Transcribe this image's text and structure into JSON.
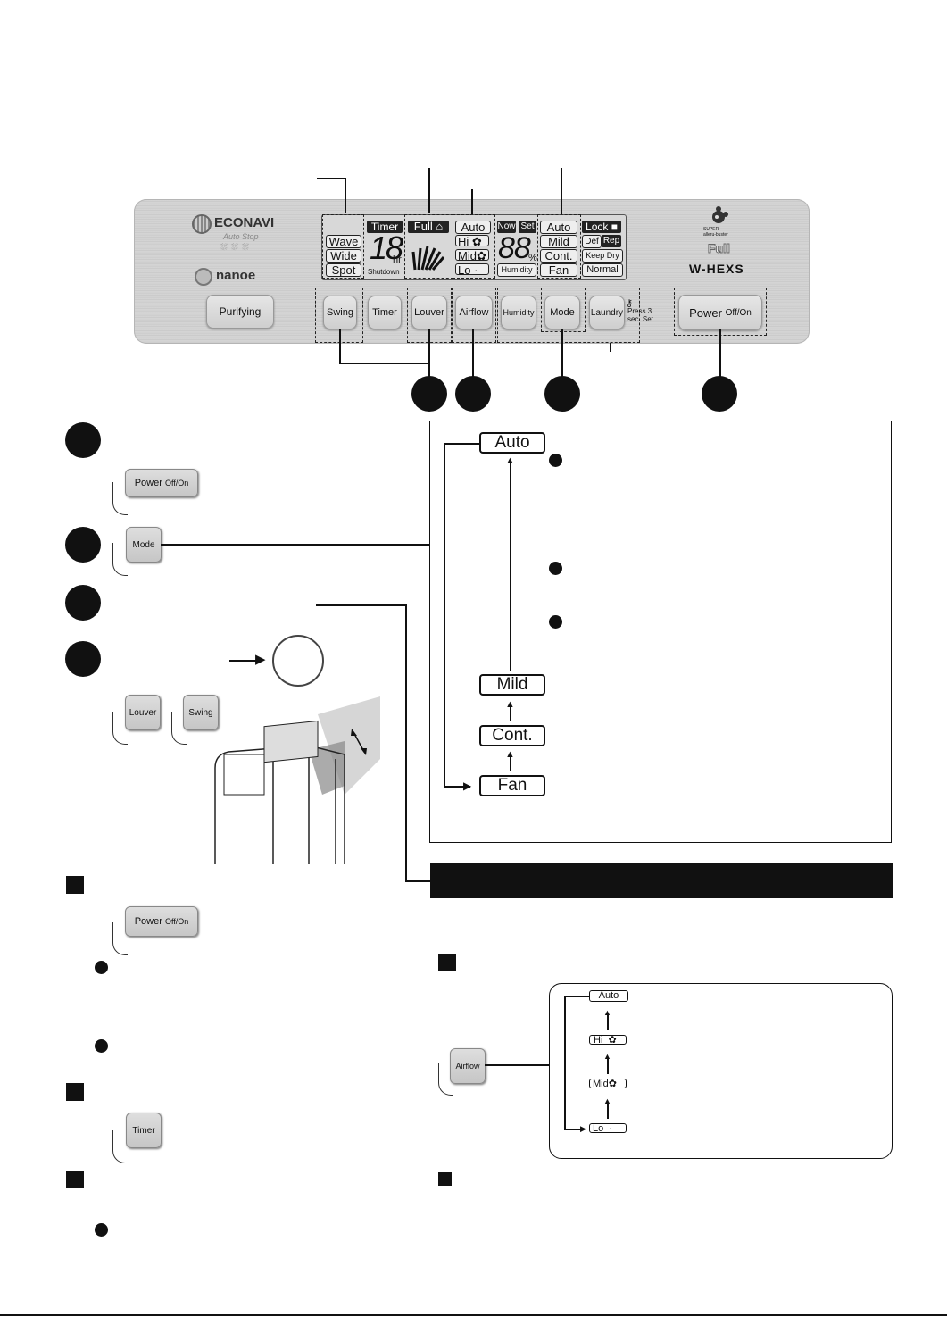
{
  "panel": {
    "econavi": "ECONAVI",
    "autostop": "Auto Stop",
    "nanoe": "nanoe",
    "purifying": "Purifying",
    "timer_label": "Timer",
    "louver_modes": [
      "Wave",
      "Wide",
      "Spot"
    ],
    "timer_digits": "18",
    "timer_unit": "hr",
    "shutdown": "Shutdown",
    "full": "Full",
    "airflow_levels": [
      "Auto",
      "Hi",
      "Mid",
      "Lo"
    ],
    "now": "Now",
    "set": "Set",
    "humidity_digits": "88",
    "percent": "%",
    "humidity_label": "Humidity",
    "modes": [
      "Auto",
      "Mild",
      "Cont.",
      "Fan"
    ],
    "lock": "Lock",
    "def": "Def",
    "rep": "Rep",
    "keep_dry": "Keep Dry",
    "normal": "Normal",
    "buttons": {
      "swing": "Swing",
      "timer": "Timer",
      "louver": "Louver",
      "airflow": "Airflow",
      "humidity": "Humidity",
      "mode": "Mode",
      "laundry": "Laundry",
      "power": "Power",
      "power_suffix": "Off/On"
    },
    "press3_line1": "Press 3",
    "press3_line2": "sec. Set.",
    "brand_super": "SUPER",
    "brand_alleru": "alleru-buster",
    "brand_full": "Full",
    "brand_whexs": "W-HEXS"
  },
  "steps": {
    "power_btn": "Power",
    "power_btn_suffix": "Off/On",
    "mode_btn": "Mode",
    "louver_btn": "Louver",
    "swing_btn": "Swing",
    "timer_btn": "Timer",
    "airflow_btn": "Airflow"
  },
  "mode_cycle": [
    "Auto",
    "Mild",
    "Cont.",
    "Fan"
  ],
  "airflow_cycle": [
    "Auto",
    "Hi",
    "Mid",
    "Lo"
  ],
  "colors": {
    "ink": "#111111",
    "panel": "#d0d0d0"
  }
}
